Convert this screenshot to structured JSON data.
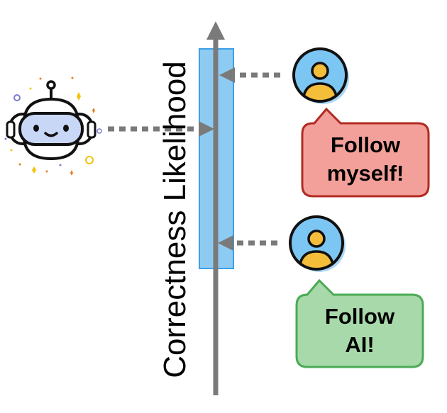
{
  "axis": {
    "label": "Correctness Likelihood"
  },
  "bubbles": {
    "top": {
      "line1": "Follow",
      "line2": "myself!",
      "fill": "#f4a09a",
      "stroke": "#b22b23"
    },
    "bottom": {
      "line1": "Follow",
      "line2": "AI!",
      "fill": "#a8d9aa",
      "stroke": "#4caa55"
    }
  },
  "colors": {
    "bar_fill": "#8ecbf2",
    "bar_stroke": "#3da0e8",
    "arrow": "#7a7a7a"
  },
  "icons": [
    "robot-icon",
    "user-icon",
    "user-icon"
  ]
}
